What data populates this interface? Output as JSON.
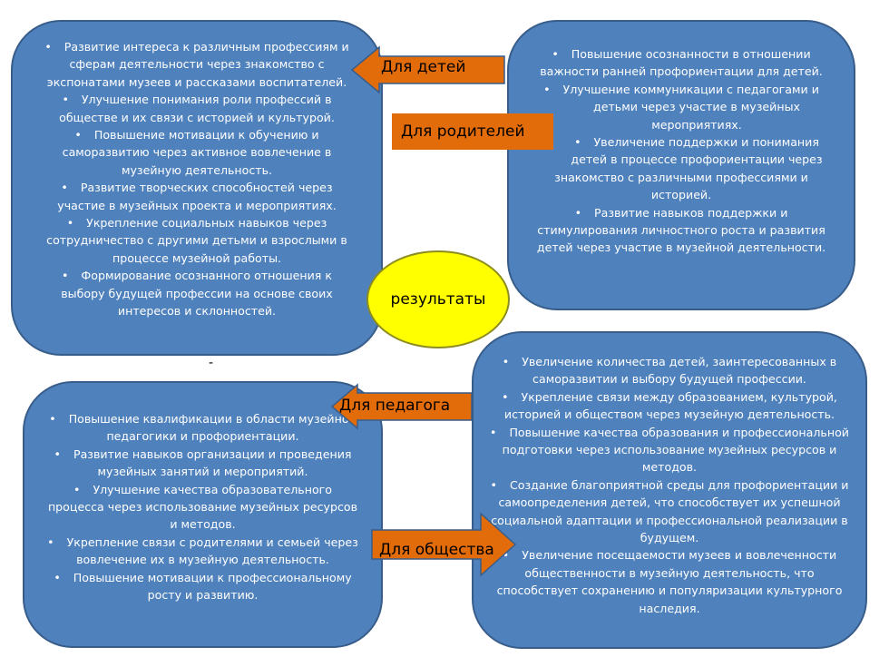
{
  "center": "результаты",
  "labels": {
    "children": "Для детей",
    "parents": "Для родителей",
    "teacher": "Для педагога",
    "society": "Для общества"
  },
  "dash": "-",
  "children_items": [
    "Развитие интереса к различным профессиям и сферам деятельности через знакомство с экспонатами музеев и рассказами воспитателей.",
    "Улучшение понимания роли профессий в обществе и их связи с историей и культурой.",
    "Повышение мотивации к обучению и саморазвитию через активное вовлечение в музейную деятельность.",
    "Развитие творческих способностей через участие в музейных проекта и мероприятиях.",
    "Укрепление социальных навыков через сотрудничество с другими детьми и взрослыми в процессе музейной работы.",
    "Формирование осознанного отношения к выбору будущей профессии на основе своих интересов и склонностей."
  ],
  "parents_items": [
    "Повышение осознанности в отношении важности ранней профориентации для детей.",
    "Улучшение коммуникации с педагогами и детьми через участие в музейных мероприятиях.",
    "Увеличение поддержки и понимания детей в процессе профориентации через знакомство с различными профессиями и историей.",
    "Развитие навыков поддержки и стимулирования личностного роста и развития детей через участие в музейной деятельности."
  ],
  "teacher_items": [
    "Повышение квалификации в области музейной педагогики и профориентации.",
    "Развитие навыков организации и проведения музейных занятий и мероприятий.",
    "Улучшение качества образовательного процесса через использование музейных ресурсов и методов.",
    "Укрепление связи с родителями и семьей через вовлечение их в музейную деятельность.",
    "Повышение мотивации к профессиональному росту и развитию."
  ],
  "society_items": [
    "Увеличение количества детей, заинтересованных в саморазвитии и выбору будущей профессии.",
    "Укрепление связи между образованием, культурой, историей и обществом через музейную деятельность.",
    "Повышение качества образования и профессиональной подготовки через использование музейных ресурсов и методов.",
    "Создание благоприятной среды для профориентации и самоопределения детей, что способствует их успешной социальной адаптации и профессиональной реализации в будущем.",
    "Увеличение посещаемости музеев и вовлеченности общественности в музейную деятельность, что способствует сохранению и популяризации культурного наследия."
  ],
  "colors": {
    "box": "#4f81bd",
    "border": "#385d8a",
    "arrow": "#e36c0a",
    "ellipse": "#ffff00"
  }
}
